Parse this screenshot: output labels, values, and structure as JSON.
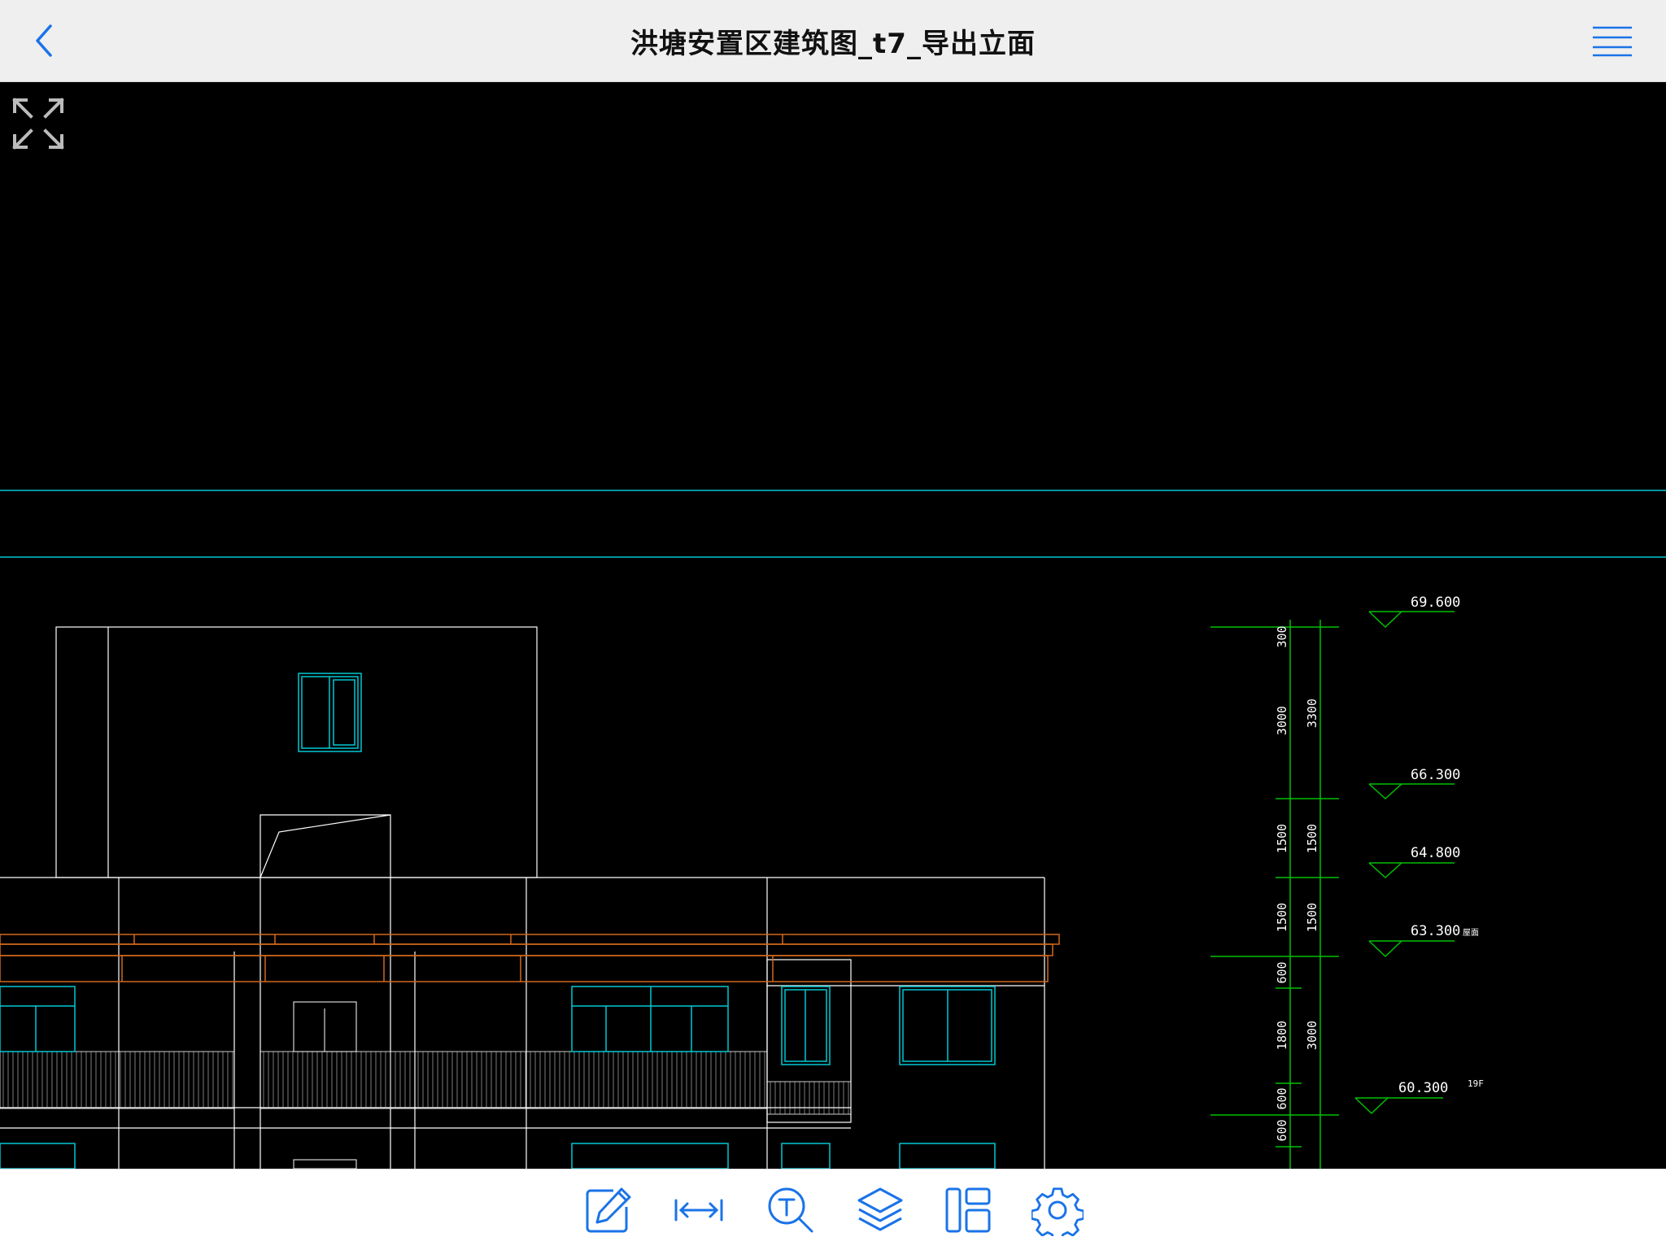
{
  "header": {
    "title": "洪塘安置区建筑图_t7_导出立面",
    "back_icon": "chevron-left-icon",
    "menu_icon": "hamburger-menu-icon"
  },
  "canvas": {
    "fullscreen_icon": "expand-arrows-icon",
    "elevation_marks": [
      {
        "label": "69.600",
        "note": ""
      },
      {
        "label": "66.300",
        "note": ""
      },
      {
        "label": "64.800",
        "note": ""
      },
      {
        "label": "63.300",
        "note": "屋面"
      },
      {
        "label": "60.300",
        "note": "19F"
      }
    ],
    "dims_inner": [
      "300",
      "3000",
      "1500",
      "1500",
      "600",
      "1800",
      "600",
      "600"
    ],
    "dims_outer": [
      "3300",
      "1500",
      "1500",
      "3000"
    ]
  },
  "toolbar": {
    "items": [
      {
        "name": "markup-edit-icon"
      },
      {
        "name": "measure-distance-icon"
      },
      {
        "name": "text-search-icon"
      },
      {
        "name": "layers-icon"
      },
      {
        "name": "layout-panels-icon"
      },
      {
        "name": "settings-gear-icon"
      }
    ]
  },
  "colors": {
    "accent": "#1a73e8",
    "cad_white": "#ffffff",
    "cad_cyan": "#00c8d2",
    "cad_green": "#00c000",
    "cad_orange": "#d2691e"
  }
}
